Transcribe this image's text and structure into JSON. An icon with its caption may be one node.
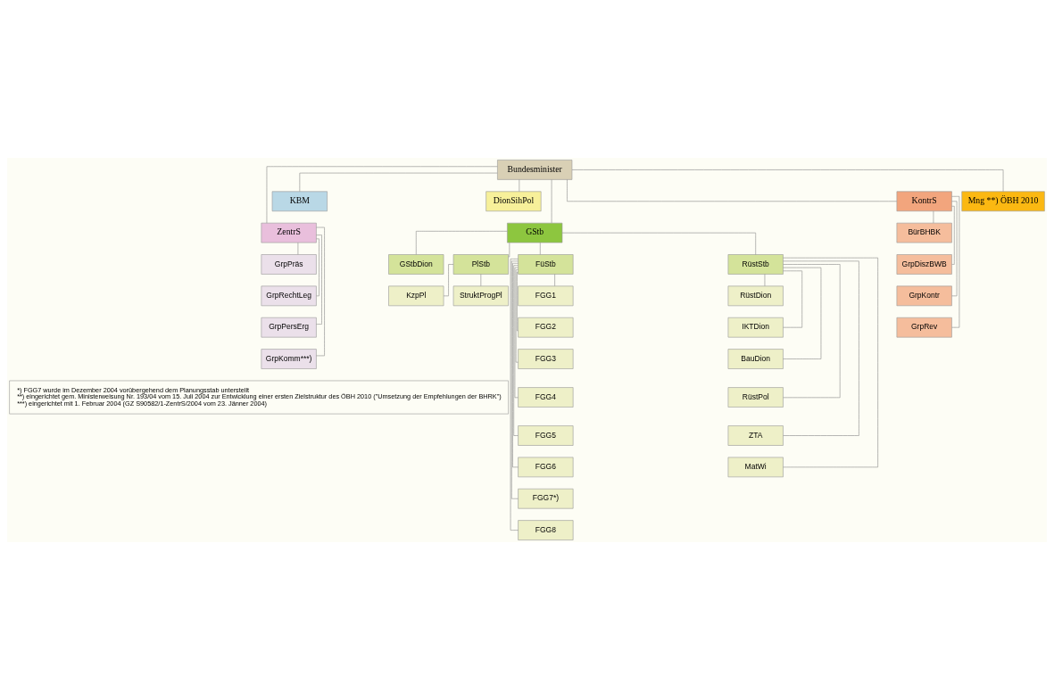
{
  "diagram": {
    "nodes": [
      {
        "text": [
          "Bundesminister"
        ]
      },
      {
        "text": [
          "KBM"
        ]
      },
      {
        "text": [
          "DionSihPol"
        ]
      },
      {
        "text": [
          "ZentrS"
        ]
      },
      {
        "text": [
          "KontrS"
        ]
      },
      {
        "text": [
          "GStb"
        ]
      },
      {
        "text": [
          "Mng **) ÖBH 2010"
        ]
      },
      {
        "text": [
          "GStbDion"
        ]
      },
      {
        "text": [
          "PlStb"
        ]
      },
      {
        "text": [
          "FüStb"
        ]
      },
      {
        "text": [
          "RüstStb"
        ]
      },
      {
        "text": [
          "GrpPräs"
        ]
      },
      {
        "text": [
          "GrpRechtLeg"
        ]
      },
      {
        "text": [
          "GrpPersErg"
        ]
      },
      {
        "text": [
          "GrpKomm***)"
        ]
      },
      {
        "text": [
          "BürBHBK"
        ]
      },
      {
        "text": [
          "GrpDiszBWB"
        ]
      },
      {
        "text": [
          "GrpKontr"
        ]
      },
      {
        "text": [
          "GrpRev"
        ]
      },
      {
        "text": [
          "KzpPl"
        ]
      },
      {
        "text": [
          "StruktProgPl"
        ]
      },
      {
        "text": [
          "FGG1"
        ]
      },
      {
        "text": [
          "FGG2"
        ]
      },
      {
        "text": [
          "FGG3"
        ]
      },
      {
        "text": [
          "FGG4"
        ]
      },
      {
        "text": [
          "FGG5"
        ]
      },
      {
        "text": [
          "FGG6"
        ]
      },
      {
        "text": [
          "FGG7*)"
        ]
      },
      {
        "text": [
          "FGG8"
        ]
      },
      {
        "text": [
          "RüstDion"
        ]
      },
      {
        "text": [
          "IKTDion"
        ]
      },
      {
        "text": [
          "BauDion"
        ]
      },
      {
        "text": [
          "RüstPol"
        ]
      },
      {
        "text": [
          "ZTA"
        ]
      },
      {
        "text": [
          "MatWi"
        ]
      },
      {
        "text": [
          "*) FGG7 wurde im Dezember 2004 vorübergehend dem Planungsstab unterstellt",
          "**) eingerichtet gem. Ministerweisung Nr. 193/04 vom 15. Juli 2004 zur Entwicklung einer ersten Zielstruktur des ÖBH 2010 (\"Umsetzung der Empfehlungen der BHRK\")",
          "***) eingerichtet mit 1. Februar 2004 (GZ S90582/1-ZentrS/2004 vom 23. Jänner 2004)"
        ]
      }
    ],
    "edges": [
      {
        "from": 0,
        "to": 1,
        "arrow": "none"
      },
      {
        "from": 0,
        "to": 2,
        "arrow": "none"
      },
      {
        "from": 0,
        "to": 3,
        "arrow": "none"
      },
      {
        "from": 0,
        "to": 4,
        "arrow": "none"
      },
      {
        "from": 0,
        "to": 5,
        "arrow": "none"
      },
      {
        "from": 0,
        "to": 6,
        "arrow": "none"
      },
      {
        "from": 3,
        "to": 11,
        "arrow": "none"
      },
      {
        "from": 3,
        "to": 12,
        "arrow": "none"
      },
      {
        "from": 3,
        "to": 13,
        "arrow": "none"
      },
      {
        "from": 3,
        "to": 14,
        "arrow": "none"
      },
      {
        "from": 4,
        "to": 15,
        "arrow": "none"
      },
      {
        "from": 4,
        "to": 16,
        "arrow": "none"
      },
      {
        "from": 4,
        "to": 17,
        "arrow": "none"
      },
      {
        "from": 4,
        "to": 18,
        "arrow": "none"
      },
      {
        "from": 5,
        "to": 7,
        "arrow": "none"
      },
      {
        "from": 5,
        "to": 8,
        "arrow": "none"
      },
      {
        "from": 5,
        "to": 9,
        "arrow": "none"
      },
      {
        "from": 5,
        "to": 10,
        "arrow": "none"
      },
      {
        "from": 8,
        "to": 19,
        "arrow": "none"
      },
      {
        "from": 8,
        "to": 20,
        "arrow": "none"
      },
      {
        "from": 9,
        "to": 21,
        "arrow": "none"
      },
      {
        "from": 9,
        "to": 22,
        "arrow": "none"
      },
      {
        "from": 9,
        "to": 23,
        "arrow": "none"
      },
      {
        "from": 9,
        "to": 24,
        "arrow": "none"
      },
      {
        "from": 9,
        "to": 25,
        "arrow": "none"
      },
      {
        "from": 9,
        "to": 26,
        "arrow": "none"
      },
      {
        "from": 9,
        "to": 27,
        "arrow": "none"
      },
      {
        "from": 9,
        "to": 28,
        "arrow": "none"
      },
      {
        "from": 10,
        "to": 29,
        "arrow": "none"
      },
      {
        "from": 10,
        "to": 30,
        "arrow": "none"
      },
      {
        "from": 10,
        "to": 31,
        "arrow": "none"
      },
      {
        "from": 10,
        "to": 32,
        "arrow": "none"
      },
      {
        "from": 10,
        "to": 33,
        "arrow": "none"
      },
      {
        "from": 10,
        "to": 34,
        "arrow": "none"
      }
    ]
  }
}
